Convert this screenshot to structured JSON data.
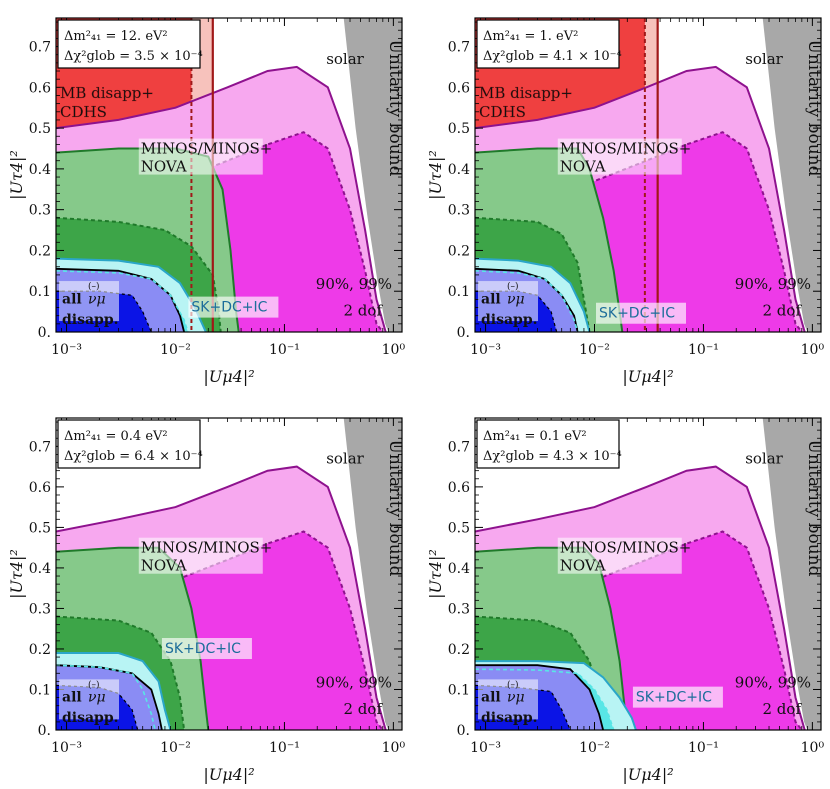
{
  "colors": {
    "solar_outer": "#f7a8ef",
    "solar_inner": "#ee3ae8",
    "solar_line": "#8e128e",
    "minos_outer": "#86c98a",
    "minos_inner": "#3da548",
    "minos_line": "#1f7a2a",
    "sk_outer": "#b8f4f4",
    "sk_inner": "#58e6e6",
    "sk_line": "#2aa6c8",
    "disapp_outer": "#8a8cf4",
    "disapp_inner": "#0b14e6",
    "mb_outer": "#f7c2bc",
    "mb_inner": "#ef4040",
    "mb_line": "#a01818",
    "unitarity": "#a8a8a8"
  },
  "chart_data": [
    {
      "type": "area",
      "box_line1": "Δm²₄₁ = 12. eV²",
      "box_line2": "Δχ²glob = 3.5 × 10⁻⁴",
      "xlabel": "|Uμ4|²",
      "ylabel": "|Uτ4|²",
      "xscale": "log",
      "xlim": [
        0.0008,
        1.2
      ],
      "ylim": [
        0,
        0.77
      ],
      "xticks": [
        "10⁻³",
        "10⁻²",
        "10⁻¹",
        "10⁰"
      ],
      "yticks": [
        "0.",
        "0.1",
        "0.2",
        "0.3",
        "0.4",
        "0.5",
        "0.6",
        "0.7"
      ],
      "labels": {
        "solar": "solar",
        "minos": "MINOS/MINOS+",
        "nova": "NOVA",
        "sk": "SK+DC+IC",
        "all": "all",
        "nu": "(–)",
        "numu": "νμ",
        "disapp": "disapp.",
        "cl": "90%, 99%",
        "dof": "2 dof",
        "unitarity": "Unitarity bound",
        "mb1": "MB disapp+",
        "mb2": "CDHS"
      },
      "show_mb": true,
      "mb_x99": 0.022,
      "mb_x90": 0.014,
      "solar_outer": [
        [
          0.0008,
          0.5
        ],
        [
          0.003,
          0.52
        ],
        [
          0.01,
          0.55
        ],
        [
          0.03,
          0.6
        ],
        [
          0.07,
          0.64
        ],
        [
          0.13,
          0.65
        ],
        [
          0.25,
          0.6
        ],
        [
          0.4,
          0.45
        ],
        [
          0.55,
          0.25
        ],
        [
          0.7,
          0.08
        ],
        [
          0.85,
          0.0
        ]
      ],
      "solar_inner": [
        [
          0.0008,
          0.29
        ],
        [
          0.003,
          0.32
        ],
        [
          0.01,
          0.37
        ],
        [
          0.03,
          0.42
        ],
        [
          0.07,
          0.46
        ],
        [
          0.15,
          0.49
        ],
        [
          0.25,
          0.45
        ],
        [
          0.4,
          0.3
        ],
        [
          0.55,
          0.15
        ],
        [
          0.7,
          0.02
        ],
        [
          0.8,
          0.0
        ]
      ],
      "minos_outer": [
        [
          0.0008,
          0.44
        ],
        [
          0.003,
          0.45
        ],
        [
          0.01,
          0.45
        ],
        [
          0.02,
          0.43
        ],
        [
          0.027,
          0.35
        ],
        [
          0.032,
          0.2
        ],
        [
          0.036,
          0.05
        ],
        [
          0.038,
          0.0
        ]
      ],
      "minos_inner": [
        [
          0.0008,
          0.28
        ],
        [
          0.003,
          0.27
        ],
        [
          0.008,
          0.25
        ],
        [
          0.014,
          0.21
        ],
        [
          0.022,
          0.14
        ],
        [
          0.025,
          0.05
        ],
        [
          0.026,
          0.0
        ]
      ],
      "sk_outer": [
        [
          0.0008,
          0.18
        ],
        [
          0.003,
          0.175
        ],
        [
          0.007,
          0.16
        ],
        [
          0.011,
          0.12
        ],
        [
          0.015,
          0.06
        ],
        [
          0.019,
          0.0
        ]
      ],
      "sk_inner": [
        [
          0.0008,
          0.15
        ],
        [
          0.003,
          0.145
        ],
        [
          0.006,
          0.13
        ],
        [
          0.009,
          0.09
        ],
        [
          0.012,
          0.03
        ],
        [
          0.013,
          0.0
        ]
      ],
      "dis_outer": [
        [
          0.0008,
          0.155
        ],
        [
          0.003,
          0.15
        ],
        [
          0.006,
          0.13
        ],
        [
          0.009,
          0.09
        ],
        [
          0.011,
          0.04
        ],
        [
          0.012,
          0.0
        ]
      ],
      "dis_inner": [
        [
          0.0008,
          0.1
        ],
        [
          0.002,
          0.1
        ],
        [
          0.004,
          0.09
        ],
        [
          0.005,
          0.05
        ],
        [
          0.006,
          0.0
        ]
      ],
      "unitarity_curve": [
        [
          0.35,
          0.77
        ],
        [
          0.45,
          0.5
        ],
        [
          0.58,
          0.28
        ],
        [
          0.72,
          0.12
        ],
        [
          0.84,
          0.02
        ],
        [
          0.9,
          0.0
        ]
      ],
      "unitarity_white": [
        [
          0.2,
          0.77
        ],
        [
          0.29,
          0.68
        ],
        [
          0.35,
          0.6
        ]
      ]
    },
    {
      "type": "area",
      "box_line1": "Δm²₄₁ = 1. eV²",
      "box_line2": "Δχ²glob = 4.1 × 10⁻⁴",
      "xlabel": "|Uμ4|²",
      "ylabel": "|Uτ4|²",
      "xscale": "log",
      "xlim": [
        0.0008,
        1.2
      ],
      "ylim": [
        0,
        0.77
      ],
      "xticks": [
        "10⁻³",
        "10⁻²",
        "10⁻¹",
        "10⁰"
      ],
      "yticks": [
        "0.",
        "0.1",
        "0.2",
        "0.3",
        "0.4",
        "0.5",
        "0.6",
        "0.7"
      ],
      "labels": {
        "solar": "solar",
        "minos": "MINOS/MINOS+",
        "nova": "NOVA",
        "sk": "SK+DC+IC",
        "all": "all",
        "nu": "(–)",
        "numu": "νμ",
        "disapp": "disapp.",
        "cl": "90%, 99%",
        "dof": "2 dof",
        "unitarity": "Unitarity bound",
        "mb1": "MB disapp+",
        "mb2": "CDHS"
      },
      "show_mb": true,
      "mb_x99": 0.038,
      "mb_x90": 0.029,
      "solar_outer": [
        [
          0.0008,
          0.5
        ],
        [
          0.003,
          0.52
        ],
        [
          0.01,
          0.55
        ],
        [
          0.03,
          0.6
        ],
        [
          0.07,
          0.64
        ],
        [
          0.13,
          0.65
        ],
        [
          0.25,
          0.6
        ],
        [
          0.4,
          0.45
        ],
        [
          0.55,
          0.25
        ],
        [
          0.7,
          0.08
        ],
        [
          0.85,
          0.0
        ]
      ],
      "solar_inner": [
        [
          0.0008,
          0.29
        ],
        [
          0.003,
          0.32
        ],
        [
          0.01,
          0.37
        ],
        [
          0.03,
          0.42
        ],
        [
          0.07,
          0.46
        ],
        [
          0.15,
          0.49
        ],
        [
          0.25,
          0.45
        ],
        [
          0.4,
          0.3
        ],
        [
          0.55,
          0.15
        ],
        [
          0.7,
          0.02
        ],
        [
          0.8,
          0.0
        ]
      ],
      "minos_outer": [
        [
          0.0008,
          0.44
        ],
        [
          0.003,
          0.45
        ],
        [
          0.007,
          0.45
        ],
        [
          0.009,
          0.4
        ],
        [
          0.012,
          0.28
        ],
        [
          0.015,
          0.15
        ],
        [
          0.017,
          0.05
        ],
        [
          0.018,
          0.0
        ]
      ],
      "minos_inner": [
        [
          0.0008,
          0.28
        ],
        [
          0.003,
          0.27
        ],
        [
          0.005,
          0.24
        ],
        [
          0.007,
          0.17
        ],
        [
          0.008,
          0.08
        ],
        [
          0.009,
          0.0
        ]
      ],
      "sk_outer": [
        [
          0.0008,
          0.18
        ],
        [
          0.002,
          0.175
        ],
        [
          0.004,
          0.16
        ],
        [
          0.006,
          0.12
        ],
        [
          0.008,
          0.05
        ],
        [
          0.009,
          0.0
        ]
      ],
      "sk_inner": [
        [
          0.0008,
          0.15
        ],
        [
          0.002,
          0.145
        ],
        [
          0.0035,
          0.13
        ],
        [
          0.005,
          0.09
        ],
        [
          0.0065,
          0.03
        ],
        [
          0.007,
          0.0
        ]
      ],
      "dis_outer": [
        [
          0.0008,
          0.155
        ],
        [
          0.002,
          0.15
        ],
        [
          0.0035,
          0.13
        ],
        [
          0.005,
          0.09
        ],
        [
          0.0065,
          0.04
        ],
        [
          0.007,
          0.0
        ]
      ],
      "dis_inner": [
        [
          0.0008,
          0.1
        ],
        [
          0.002,
          0.1
        ],
        [
          0.003,
          0.09
        ],
        [
          0.004,
          0.05
        ],
        [
          0.0045,
          0.0
        ]
      ],
      "unitarity_curve": [
        [
          0.35,
          0.77
        ],
        [
          0.45,
          0.5
        ],
        [
          0.58,
          0.28
        ],
        [
          0.72,
          0.12
        ],
        [
          0.84,
          0.02
        ],
        [
          0.9,
          0.0
        ]
      ],
      "unitarity_white": [
        [
          0.2,
          0.77
        ],
        [
          0.29,
          0.68
        ],
        [
          0.35,
          0.6
        ]
      ]
    },
    {
      "type": "area",
      "box_line1": "Δm²₄₁ = 0.4 eV²",
      "box_line2": "Δχ²glob = 6.4 × 10⁻⁴",
      "xlabel": "|Uμ4|²",
      "ylabel": "|Uτ4|²",
      "xscale": "log",
      "xlim": [
        0.0008,
        1.2
      ],
      "ylim": [
        0,
        0.77
      ],
      "xticks": [
        "10⁻³",
        "10⁻²",
        "10⁻¹",
        "10⁰"
      ],
      "yticks": [
        "0.",
        "0.1",
        "0.2",
        "0.3",
        "0.4",
        "0.5",
        "0.6",
        "0.7"
      ],
      "labels": {
        "solar": "solar",
        "minos": "MINOS/MINOS+",
        "nova": "NOVA",
        "sk": "SK+DC+IC",
        "all": "all",
        "nu": "(–)",
        "numu": "νμ",
        "disapp": "disapp.",
        "cl": "90%, 99%",
        "dof": "2 dof",
        "unitarity": "Unitarity bound",
        "mb1": "",
        "mb2": ""
      },
      "show_mb": false,
      "mb_x99": 0,
      "mb_x90": 0,
      "solar_outer": [
        [
          0.0008,
          0.49
        ],
        [
          0.003,
          0.52
        ],
        [
          0.01,
          0.55
        ],
        [
          0.03,
          0.6
        ],
        [
          0.07,
          0.64
        ],
        [
          0.13,
          0.65
        ],
        [
          0.25,
          0.6
        ],
        [
          0.4,
          0.45
        ],
        [
          0.55,
          0.25
        ],
        [
          0.7,
          0.08
        ],
        [
          0.85,
          0.0
        ]
      ],
      "solar_inner": [
        [
          0.0008,
          0.29
        ],
        [
          0.003,
          0.32
        ],
        [
          0.01,
          0.37
        ],
        [
          0.03,
          0.42
        ],
        [
          0.07,
          0.46
        ],
        [
          0.15,
          0.49
        ],
        [
          0.25,
          0.45
        ],
        [
          0.4,
          0.3
        ],
        [
          0.55,
          0.15
        ],
        [
          0.7,
          0.02
        ],
        [
          0.8,
          0.0
        ]
      ],
      "minos_outer": [
        [
          0.0008,
          0.44
        ],
        [
          0.003,
          0.45
        ],
        [
          0.007,
          0.45
        ],
        [
          0.011,
          0.4
        ],
        [
          0.014,
          0.3
        ],
        [
          0.017,
          0.17
        ],
        [
          0.019,
          0.05
        ],
        [
          0.02,
          0.0
        ]
      ],
      "minos_inner": [
        [
          0.0008,
          0.28
        ],
        [
          0.003,
          0.27
        ],
        [
          0.006,
          0.24
        ],
        [
          0.009,
          0.17
        ],
        [
          0.011,
          0.08
        ],
        [
          0.012,
          0.0
        ]
      ],
      "sk_outer": [
        [
          0.0008,
          0.19
        ],
        [
          0.003,
          0.19
        ],
        [
          0.005,
          0.17
        ],
        [
          0.007,
          0.12
        ],
        [
          0.008,
          0.05
        ],
        [
          0.009,
          0.0
        ]
      ],
      "sk_inner": [
        [
          0.0008,
          0.16
        ],
        [
          0.002,
          0.155
        ],
        [
          0.004,
          0.14
        ],
        [
          0.005,
          0.1
        ],
        [
          0.006,
          0.04
        ],
        [
          0.0065,
          0.0
        ]
      ],
      "dis_outer": [
        [
          0.0008,
          0.16
        ],
        [
          0.002,
          0.155
        ],
        [
          0.004,
          0.14
        ],
        [
          0.006,
          0.1
        ],
        [
          0.007,
          0.04
        ],
        [
          0.0075,
          0.0
        ]
      ],
      "dis_inner": [
        [
          0.0008,
          0.11
        ],
        [
          0.002,
          0.105
        ],
        [
          0.003,
          0.09
        ],
        [
          0.004,
          0.05
        ],
        [
          0.0045,
          0.0
        ]
      ],
      "unitarity_curve": [
        [
          0.35,
          0.77
        ],
        [
          0.45,
          0.5
        ],
        [
          0.58,
          0.28
        ],
        [
          0.72,
          0.12
        ],
        [
          0.84,
          0.02
        ],
        [
          0.9,
          0.0
        ]
      ],
      "unitarity_white": [
        [
          0.2,
          0.77
        ],
        [
          0.29,
          0.68
        ],
        [
          0.35,
          0.6
        ]
      ]
    },
    {
      "type": "area",
      "box_line1": "Δm²₄₁ = 0.1 eV²",
      "box_line2": "Δχ²glob = 4.3 × 10⁻⁴",
      "xlabel": "|Uμ4|²",
      "ylabel": "|Uτ4|²",
      "xscale": "log",
      "xlim": [
        0.0008,
        1.2
      ],
      "ylim": [
        0,
        0.77
      ],
      "xticks": [
        "10⁻³",
        "10⁻²",
        "10⁻¹",
        "10⁰"
      ],
      "yticks": [
        "0.",
        "0.1",
        "0.2",
        "0.3",
        "0.4",
        "0.5",
        "0.6",
        "0.7"
      ],
      "labels": {
        "solar": "solar",
        "minos": "MINOS/MINOS+",
        "nova": "NOVA",
        "sk": "SK+DC+IC",
        "all": "all",
        "nu": "(–)",
        "numu": "νμ",
        "disapp": "disapp.",
        "cl": "90%, 99%",
        "dof": "2 dof",
        "unitarity": "Unitarity bound",
        "mb1": "",
        "mb2": ""
      },
      "show_mb": false,
      "mb_x99": 0,
      "mb_x90": 0,
      "solar_outer": [
        [
          0.0008,
          0.49
        ],
        [
          0.003,
          0.52
        ],
        [
          0.01,
          0.55
        ],
        [
          0.03,
          0.6
        ],
        [
          0.07,
          0.64
        ],
        [
          0.13,
          0.65
        ],
        [
          0.25,
          0.6
        ],
        [
          0.4,
          0.45
        ],
        [
          0.55,
          0.25
        ],
        [
          0.7,
          0.08
        ],
        [
          0.85,
          0.0
        ]
      ],
      "solar_inner": [
        [
          0.0008,
          0.29
        ],
        [
          0.003,
          0.32
        ],
        [
          0.01,
          0.37
        ],
        [
          0.03,
          0.42
        ],
        [
          0.07,
          0.46
        ],
        [
          0.15,
          0.49
        ],
        [
          0.25,
          0.45
        ],
        [
          0.4,
          0.3
        ],
        [
          0.55,
          0.15
        ],
        [
          0.7,
          0.02
        ],
        [
          0.8,
          0.0
        ]
      ],
      "minos_outer": [
        [
          0.0008,
          0.44
        ],
        [
          0.003,
          0.45
        ],
        [
          0.008,
          0.45
        ],
        [
          0.011,
          0.41
        ],
        [
          0.014,
          0.3
        ],
        [
          0.017,
          0.17
        ],
        [
          0.019,
          0.05
        ],
        [
          0.02,
          0.0
        ]
      ],
      "minos_inner": [
        [
          0.0008,
          0.28
        ],
        [
          0.003,
          0.27
        ],
        [
          0.006,
          0.24
        ],
        [
          0.009,
          0.17
        ],
        [
          0.011,
          0.08
        ],
        [
          0.012,
          0.0
        ]
      ],
      "sk_outer": [
        [
          0.0008,
          0.17
        ],
        [
          0.003,
          0.17
        ],
        [
          0.008,
          0.165
        ],
        [
          0.012,
          0.13
        ],
        [
          0.017,
          0.08
        ],
        [
          0.022,
          0.03
        ],
        [
          0.024,
          0.0
        ]
      ],
      "sk_inner": [
        [
          0.0008,
          0.15
        ],
        [
          0.003,
          0.148
        ],
        [
          0.007,
          0.14
        ],
        [
          0.01,
          0.1
        ],
        [
          0.013,
          0.05
        ],
        [
          0.015,
          0.0
        ]
      ],
      "dis_outer": [
        [
          0.0008,
          0.16
        ],
        [
          0.003,
          0.16
        ],
        [
          0.006,
          0.15
        ],
        [
          0.009,
          0.1
        ],
        [
          0.011,
          0.04
        ],
        [
          0.012,
          0.0
        ]
      ],
      "dis_inner": [
        [
          0.0008,
          0.11
        ],
        [
          0.002,
          0.105
        ],
        [
          0.004,
          0.095
        ],
        [
          0.005,
          0.05
        ],
        [
          0.006,
          0.0
        ]
      ],
      "unitarity_curve": [
        [
          0.35,
          0.77
        ],
        [
          0.45,
          0.5
        ],
        [
          0.58,
          0.28
        ],
        [
          0.72,
          0.12
        ],
        [
          0.84,
          0.02
        ],
        [
          0.9,
          0.0
        ]
      ],
      "unitarity_white": [
        [
          0.2,
          0.77
        ],
        [
          0.29,
          0.68
        ],
        [
          0.35,
          0.6
        ]
      ]
    }
  ]
}
